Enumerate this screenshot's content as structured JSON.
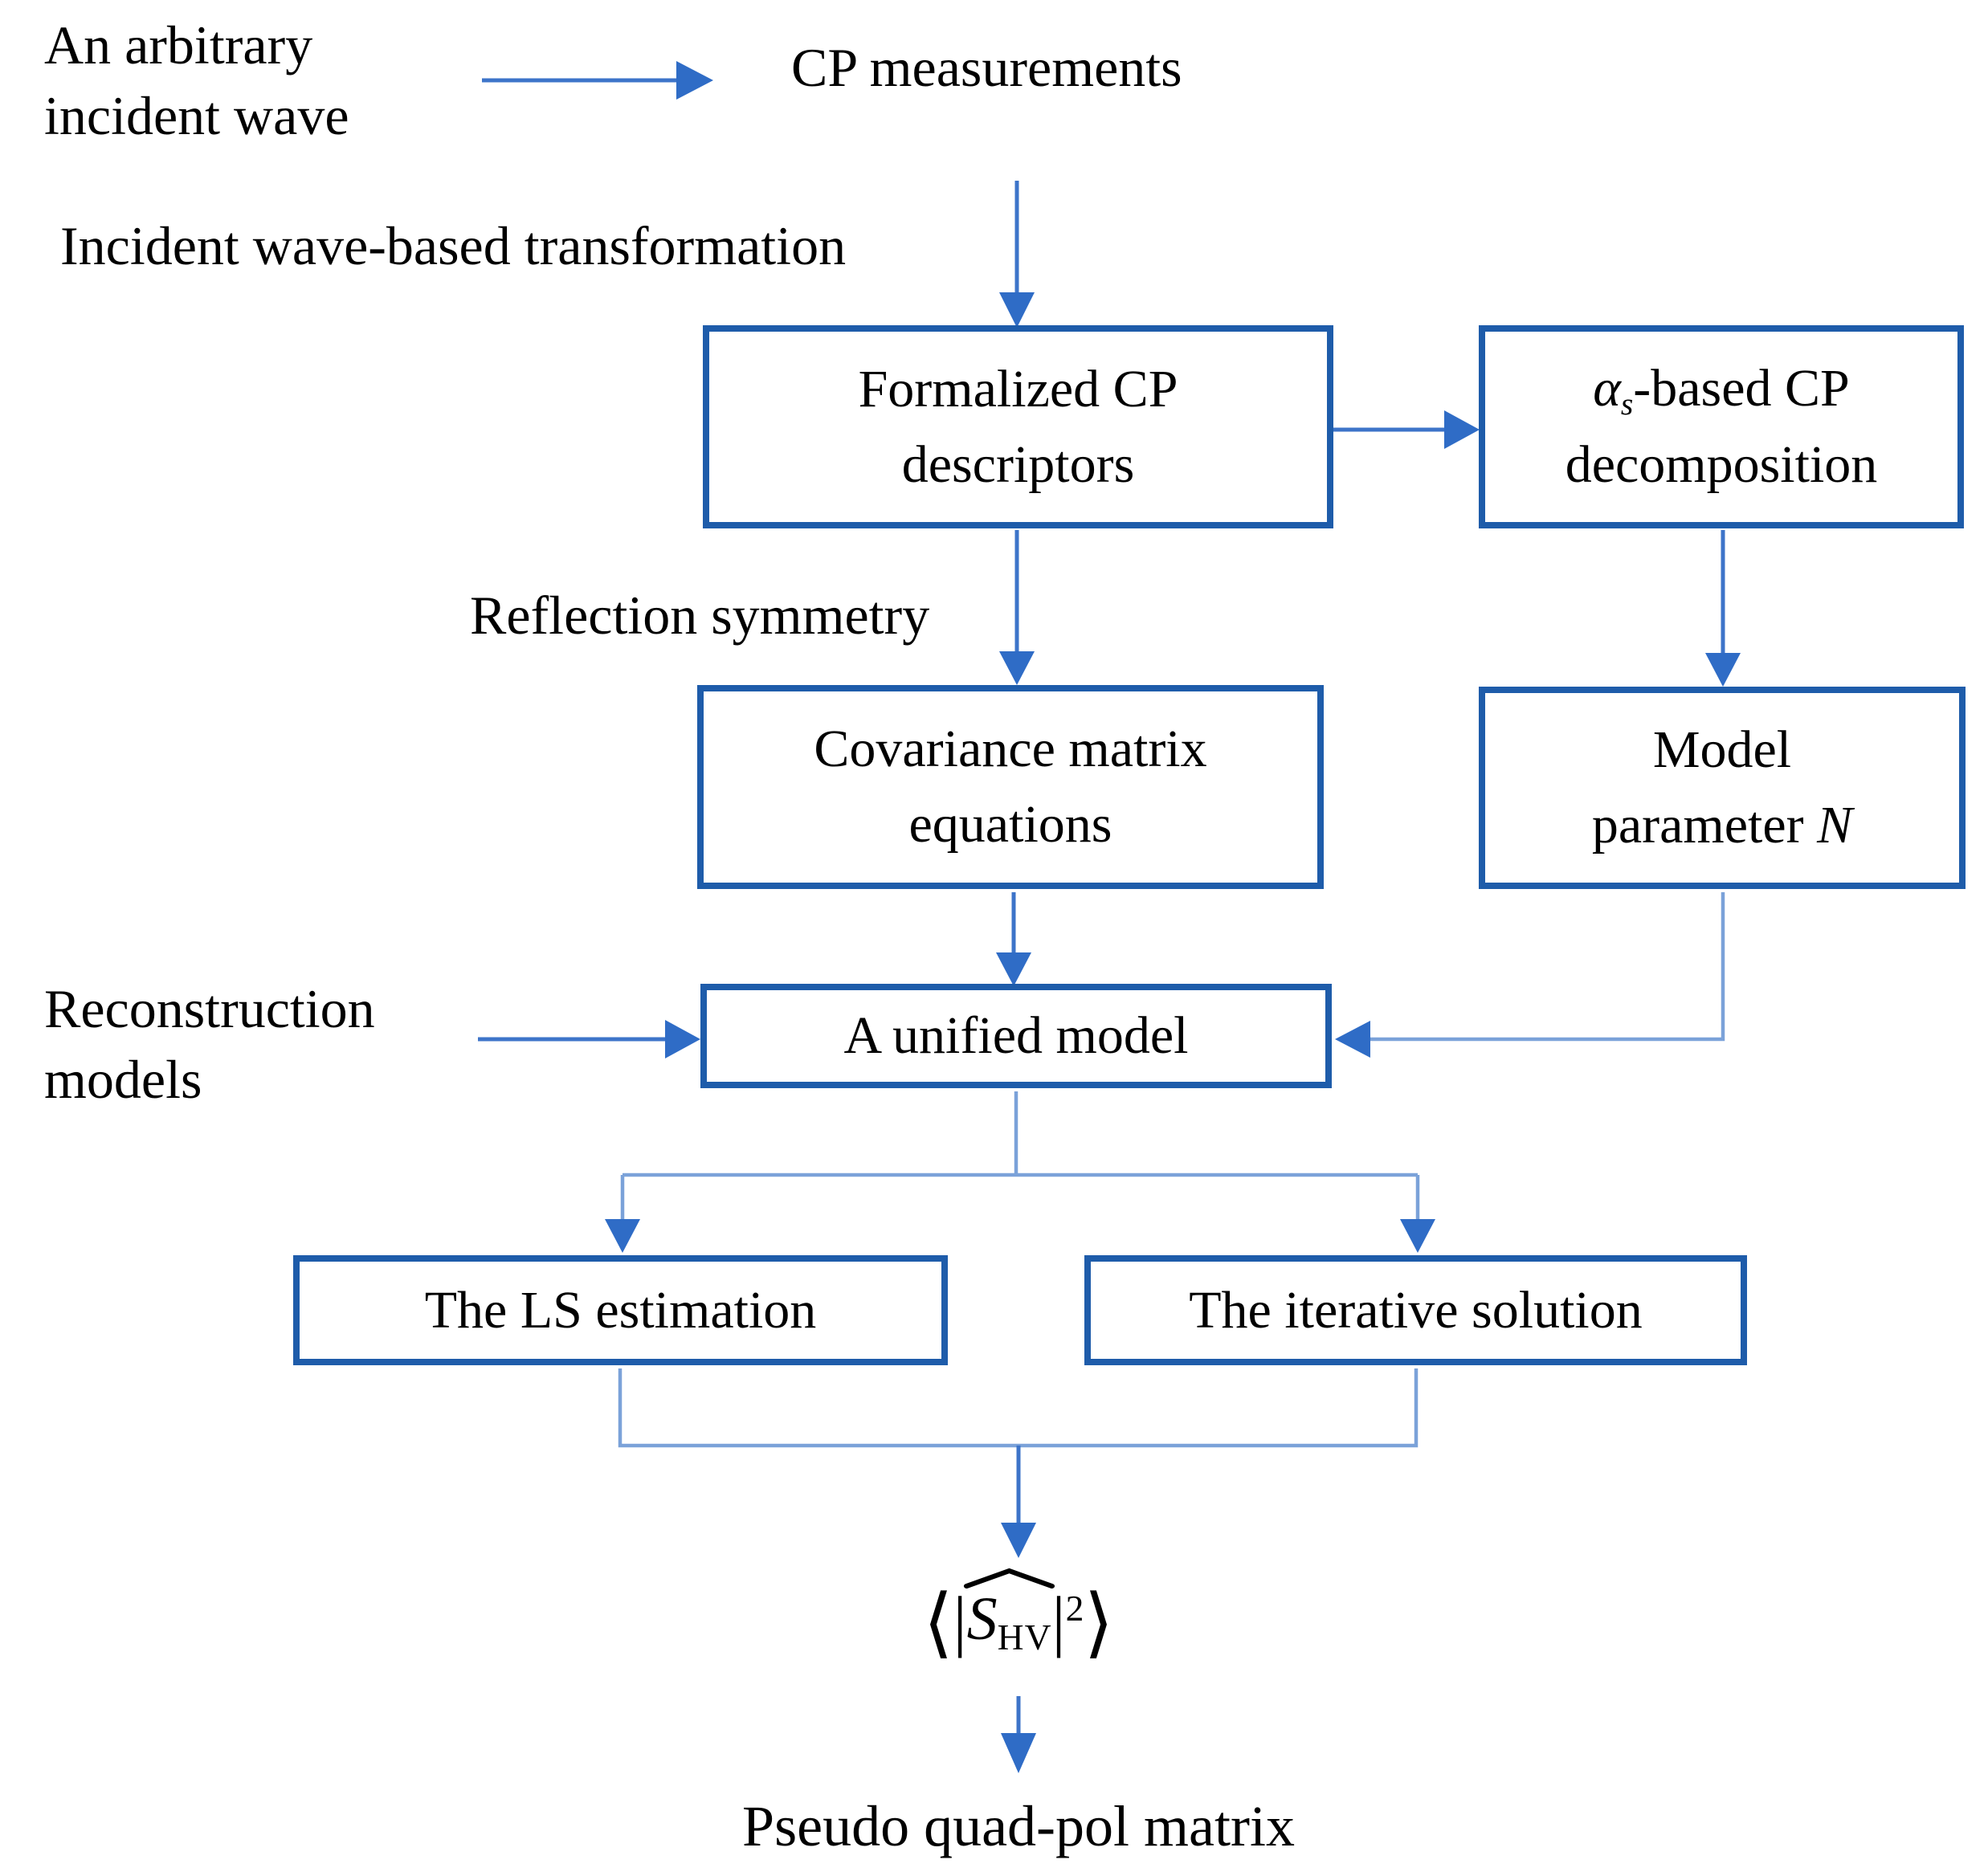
{
  "labels": {
    "incident_wave_line1": "An arbitrary",
    "incident_wave_line2": "incident wave",
    "cp_measurements": "CP measurements",
    "incident_transformation": "Incident wave-based transformation",
    "reflection_symmetry": "Reflection symmetry",
    "reconstruction_line1": "Reconstruction",
    "reconstruction_line2": "models",
    "pseudo_quad_pol": "Pseudo quad-pol matrix"
  },
  "boxes": {
    "formalized": {
      "line1": "Formalized CP",
      "line2": "descriptors"
    },
    "alpha_decomposition": {
      "alpha": "α",
      "alpha_sub": "s",
      "line1_rest": "-based CP",
      "line2": "decomposition"
    },
    "covariance": {
      "line1": "Covariance matrix",
      "line2": "equations"
    },
    "model_parameter": {
      "line1": "Model",
      "line2_prefix": "parameter ",
      "line2_var": "N"
    },
    "unified": {
      "label": "A unified model"
    },
    "ls_estimation": {
      "label": "The LS estimation"
    },
    "iterative": {
      "label": "The iterative solution"
    }
  },
  "formula": {
    "langle": "⟨",
    "pipe_left": "|",
    "s_var": "S",
    "subscript": "HV",
    "pipe_right": "|",
    "superscript": "2",
    "rangle": "⟩"
  },
  "colors": {
    "box_border": "#1e5caa",
    "arrow": "#3d74c9",
    "elbow": "#7ba2d9",
    "arrowhead": "#2f6cc6",
    "text": "#000000"
  }
}
